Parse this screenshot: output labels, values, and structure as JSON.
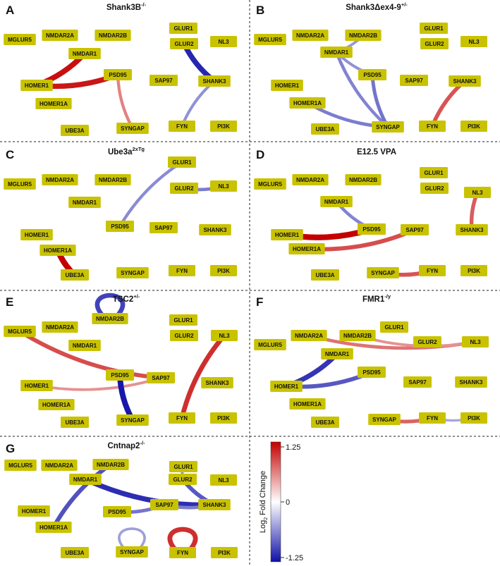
{
  "nodes": {
    "MGLUR5": "MGLUR5",
    "NMDAR2A": "NMDAR2A",
    "NMDAR2B": "NMDAR2B",
    "GLUR1": "GLUR1",
    "GLUR2": "GLUR2",
    "NL3": "NL3",
    "NMDAR1": "NMDAR1",
    "HOMER1": "HOMER1",
    "PSD95": "PSD95",
    "SAP97": "SAP97",
    "SHANK3": "SHANK3",
    "HOMER1A": "HOMER1A",
    "UBE3A": "UBE3A",
    "SYNGAP": "SYNGAP",
    "FYN": "FYN",
    "PI3K": "PI3K"
  },
  "panels": [
    {
      "letter": "A",
      "title": "Shank3B",
      "title_sup": "-/-",
      "edges": [
        {
          "from": "HOMER1",
          "to": "NMDAR1",
          "log2fc": 1.15
        },
        {
          "from": "HOMER1",
          "to": "PSD95",
          "log2fc": 1.1
        },
        {
          "from": "PSD95",
          "to": "SYNGAP",
          "log2fc": 0.4
        },
        {
          "from": "GLUR2",
          "to": "SHANK3",
          "log2fc": -1.1
        },
        {
          "from": "SHANK3",
          "to": "FYN",
          "log2fc": -0.35
        }
      ]
    },
    {
      "letter": "B",
      "title": "Shank3Δex4-9",
      "title_sup": "+/-",
      "edges": [
        {
          "from": "NMDAR1",
          "to": "NMDAR2B",
          "log2fc": -0.3
        },
        {
          "from": "NMDAR1",
          "to": "PSD95",
          "log2fc": -0.35
        },
        {
          "from": "NMDAR1",
          "to": "SYNGAP",
          "log2fc": -0.45
        },
        {
          "from": "PSD95",
          "to": "SYNGAP",
          "log2fc": -0.55
        },
        {
          "from": "HOMER1A",
          "to": "SYNGAP",
          "log2fc": -0.5
        },
        {
          "from": "SHANK3",
          "to": "FYN",
          "log2fc": 0.7
        }
      ]
    },
    {
      "letter": "C",
      "title": "Ube3a",
      "title_sup": "2xTg",
      "edges": [
        {
          "from": "GLUR1",
          "to": "PSD95",
          "log2fc": -0.4
        },
        {
          "from": "GLUR2",
          "to": "NL3",
          "log2fc": -0.5
        },
        {
          "from": "HOMER1A",
          "to": "UBE3A",
          "log2fc": 1.25
        }
      ]
    },
    {
      "letter": "D",
      "title": "E12.5 VPA",
      "title_sup": "",
      "edges": [
        {
          "from": "HOMER1",
          "to": "PSD95",
          "log2fc": 1.25
        },
        {
          "from": "NMDAR1",
          "to": "PSD95",
          "log2fc": -0.45
        },
        {
          "from": "HOMER1A",
          "to": "SAP97",
          "log2fc": 0.75
        },
        {
          "from": "NL3",
          "to": "SHANK3",
          "log2fc": 0.65
        },
        {
          "from": "SYNGAP",
          "to": "FYN",
          "log2fc": 0.7
        }
      ]
    },
    {
      "letter": "E",
      "title": "TSC2",
      "title_sup": "+/-",
      "edges": [
        {
          "from": "NMDAR2B",
          "to": "NMDAR2B",
          "log2fc": -0.9
        },
        {
          "from": "MGLUR5",
          "to": "SAP97",
          "log2fc": 0.75
        },
        {
          "from": "HOMER1",
          "to": "SAP97",
          "log2fc": 0.3
        },
        {
          "from": "PSD95",
          "to": "SYNGAP",
          "log2fc": -1.2
        },
        {
          "from": "NL3",
          "to": "FYN",
          "log2fc": 0.95
        }
      ]
    },
    {
      "letter": "F",
      "title": "FMR1",
      "title_sup": "-/y",
      "edges": [
        {
          "from": "NMDAR2A",
          "to": "NL3",
          "log2fc": 0.5
        },
        {
          "from": "NMDAR2B",
          "to": "NL3",
          "log2fc": 0.3
        },
        {
          "from": "HOMER1",
          "to": "NMDAR1",
          "log2fc": -1.0
        },
        {
          "from": "HOMER1",
          "to": "PSD95",
          "log2fc": -0.75
        },
        {
          "from": "SYNGAP",
          "to": "FYN",
          "log2fc": 0.6
        },
        {
          "from": "FYN",
          "to": "PI3K",
          "log2fc": -0.2
        }
      ]
    },
    {
      "letter": "G",
      "title": "Cntnap2",
      "title_sup": "-/-",
      "edges": [
        {
          "from": "GLUR1",
          "to": "GLUR2",
          "log2fc": -0.35
        },
        {
          "from": "NMDAR1",
          "to": "SHANK3",
          "log2fc": -1.05
        },
        {
          "from": "NMDAR2B",
          "to": "HOMER1A",
          "log2fc": -0.8
        },
        {
          "from": "PSD95",
          "to": "SAP97",
          "log2fc": -0.55
        },
        {
          "from": "SAP97",
          "to": "SHANK3",
          "log2fc": -0.5
        },
        {
          "from": "GLUR2",
          "to": "SHANK3",
          "log2fc": -0.75
        },
        {
          "from": "SYNGAP",
          "to": "SYNGAP",
          "log2fc": -0.25
        },
        {
          "from": "FYN",
          "to": "FYN",
          "log2fc": 0.95
        }
      ]
    }
  ],
  "legend": {
    "max_label": "1.25",
    "mid_label": "0",
    "min_label": "-1.25",
    "axis_label_main": "Log",
    "axis_label_sub": "2",
    "axis_label_rest": " Fold Change",
    "colors": {
      "high": "#c40000",
      "mid": "#ffffff",
      "low": "#1010a8"
    }
  }
}
